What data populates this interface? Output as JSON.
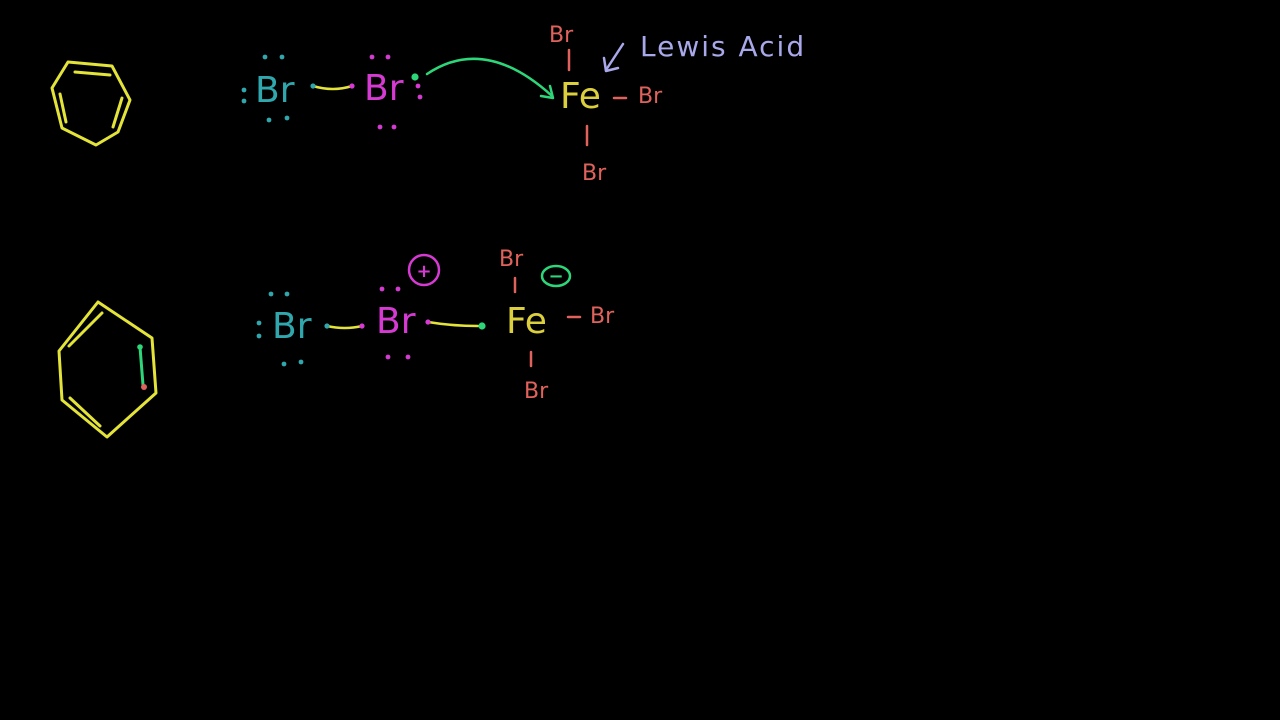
{
  "colors": {
    "background": "#000000",
    "ring": "#e3e33a",
    "bromine_left": "#2fa7ad",
    "bromine_right": "#d53ad2",
    "iron": "#dccf3d",
    "ligand_bromine": "#e0625c",
    "arrow": "#2ed67a",
    "annotation": "#a8a8ea",
    "bond": "#e3e33a",
    "electron_pair": "#2ed67a"
  },
  "labels": {
    "bromine": "Br",
    "iron": "Fe",
    "lewis_acid": "Lewis Acid",
    "positive_charge": "+",
    "negative_charge": "−",
    "dash": "-",
    "vertical_bond": "|"
  }
}
